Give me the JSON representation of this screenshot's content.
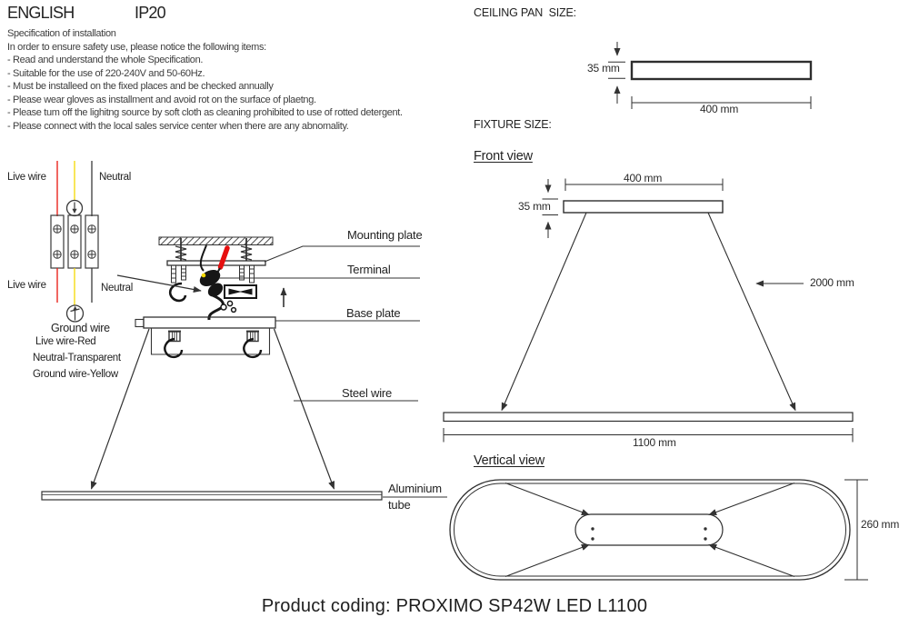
{
  "header": {
    "language": "ENGLISH",
    "protection_rating": "IP20"
  },
  "spec": {
    "lines": [
      "Specification of installation",
      "In order to ensure safety use, please notice the following items:",
      "- Read and understand the whole Specification.",
      "- Suitable for the use of 220-240V and 50-60Hz.",
      "- Must be installeed on the fixed places and be checked annually",
      "- Please wear gloves as installment and avoid rot on the surface of plaetng.",
      "- Please tum off the lighitng source by soft cloth as cleaning prohibited to use of rotted detergent.",
      "- Please connect with the local sales service center when there are any abnomality."
    ]
  },
  "wiring_detail": {
    "live_wire_top": "Live wire",
    "neutral_top": "Neutral",
    "live_wire_bottom": "Live wire",
    "neutral_bottom": "Neutral",
    "ground_wire": "Ground wire",
    "color_key": [
      "Live wire-Red",
      "Neutral-Transparent",
      "Ground wire-Yellow"
    ]
  },
  "install_diagram": {
    "labels": {
      "mounting_plate": "Mounting plate",
      "terminal": "Terminal",
      "base_plate": "Base plate",
      "steel_wire": "Steel wire",
      "aluminium": "Aluminium",
      "tube": "tube"
    }
  },
  "ceiling_pan": {
    "title": "CEILING PAN  SIZE:",
    "height": "35 mm",
    "width": "400 mm"
  },
  "fixture_size": {
    "title": "FIXTURE SIZE:",
    "front_view": {
      "title": "Front view",
      "canopy_width": "400 mm",
      "canopy_height": "35 mm",
      "wire_length": "2000 mm",
      "tube_length": "1100 mm"
    },
    "vertical_view": {
      "title": "Vertical view",
      "depth": "260 mm"
    }
  },
  "footer": {
    "product_coding": "Product coding: PROXIMO SP42W LED L1100"
  },
  "colors": {
    "live_wire_red": "#e8150d",
    "ground_yellow": "#f5d900",
    "neutral_dark": "#3a3a3a",
    "screwdriver_red": "#e60f0f"
  }
}
